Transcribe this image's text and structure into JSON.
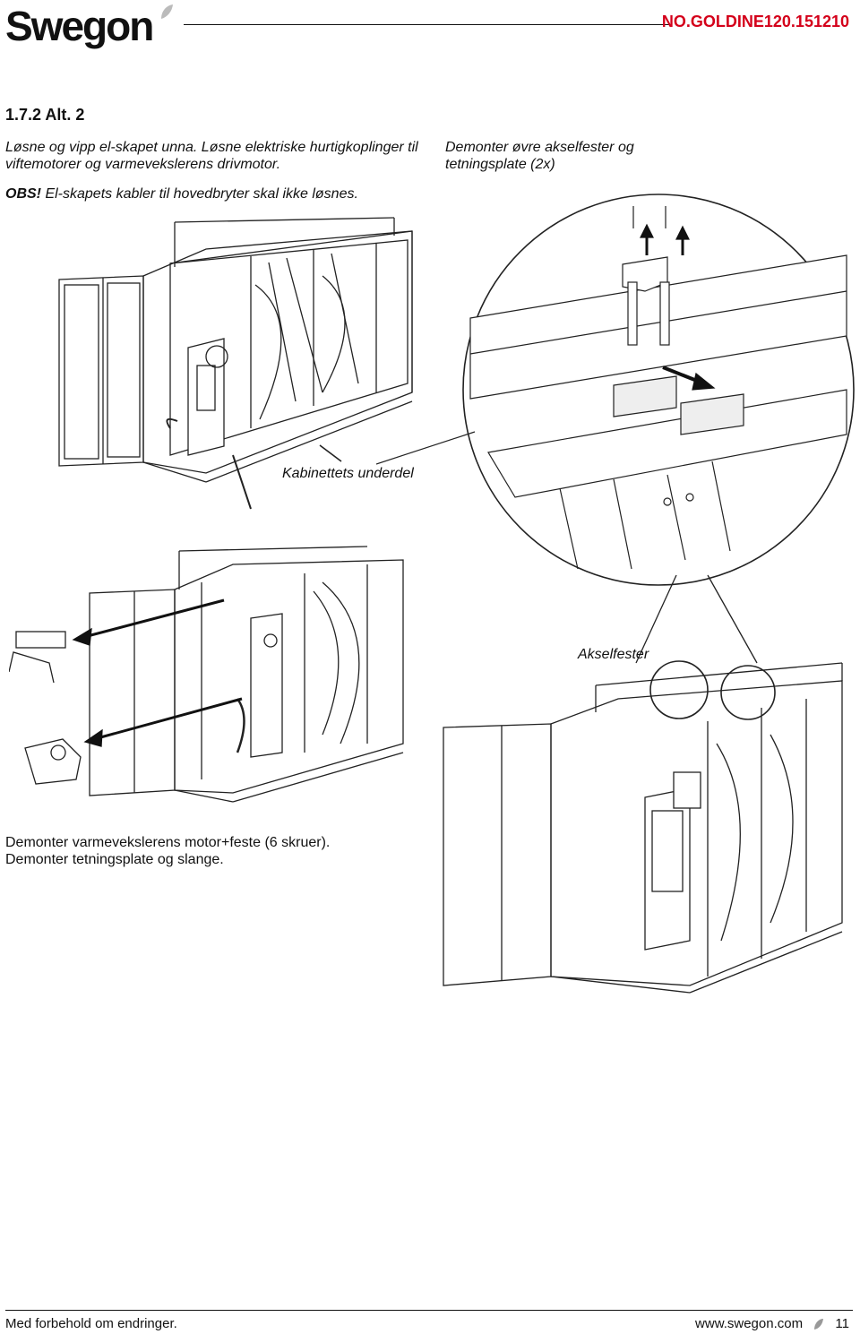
{
  "header": {
    "logo_text": "Swegon",
    "doc_id": "NO.GOLDINE120.151210",
    "brand_color": "#d4001a"
  },
  "section_title": "1.7.2 Alt. 2",
  "instructions": {
    "step1": "Løsne og vipp el-skapet unna. Løsne elektriske hurtigkoplinger til viftemotorer og varmevekslerens drivmotor.",
    "obs_label": "OBS!",
    "obs_text": " El-skapets kabler til hovedbryter skal ikke løsnes.",
    "step2": "Demonter øvre akselfester og tetningsplate (2x)",
    "step3": "Demonter varmevekslerens motor+feste (6 skruer). Demonter tetningsplate og slange."
  },
  "labels": {
    "cabinet_lower": "Kabinettets underdel",
    "shaft_mounts": "Akselfester"
  },
  "footer": {
    "disclaimer": "Med forbehold om endringer.",
    "website": "www.swegon.com",
    "page_number": "11"
  },
  "icons": [
    "swegon-leaf-icon",
    "footer-leaf-icon",
    "arrow-up-icon",
    "arrow-diagonal-icon"
  ]
}
